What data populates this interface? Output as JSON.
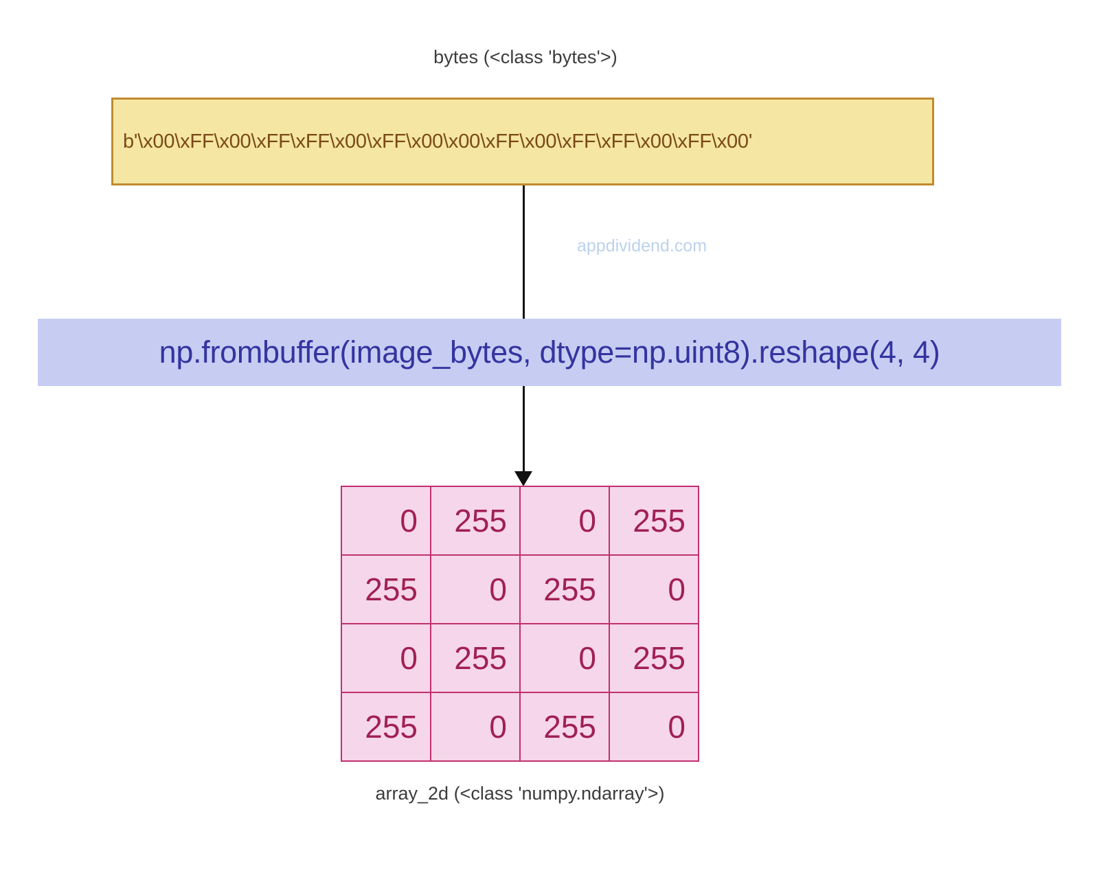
{
  "diagram": {
    "background_color": "#ffffff",
    "top_caption": "bytes (<class 'bytes'>)",
    "bytes_box": {
      "value": "b'\\x00\\xFF\\x00\\xFF\\xFF\\x00\\xFF\\x00\\x00\\xFF\\x00\\xFF\\xFF\\x00\\xFF\\x00'",
      "fill_color": "#f5e6a3",
      "border_color": "#c08b2c",
      "text_color": "#7a4a17"
    },
    "code_box": {
      "code": "np.frombuffer(image_bytes, dtype=np.uint8).reshape(4, 4)",
      "fill_color": "#c7cdf2",
      "text_color": "#3434a0"
    },
    "watermark": "appdividend.com",
    "watermark_color": "#bcd2ec",
    "bottom_caption": "array_2d (<class 'numpy.ndarray'>)",
    "matrix": {
      "fill_color": "#f6d6ea",
      "border_color": "#c03070",
      "text_color": "#a02055",
      "rows": [
        [
          "0",
          "255",
          "0",
          "255"
        ],
        [
          "255",
          "0",
          "255",
          "0"
        ],
        [
          "0",
          "255",
          "0",
          "255"
        ],
        [
          "255",
          "0",
          "255",
          "0"
        ]
      ]
    },
    "arrows": [
      {
        "name": "bytes-to-code",
        "has_head": false
      },
      {
        "name": "code-to-array",
        "has_head": true
      }
    ]
  }
}
